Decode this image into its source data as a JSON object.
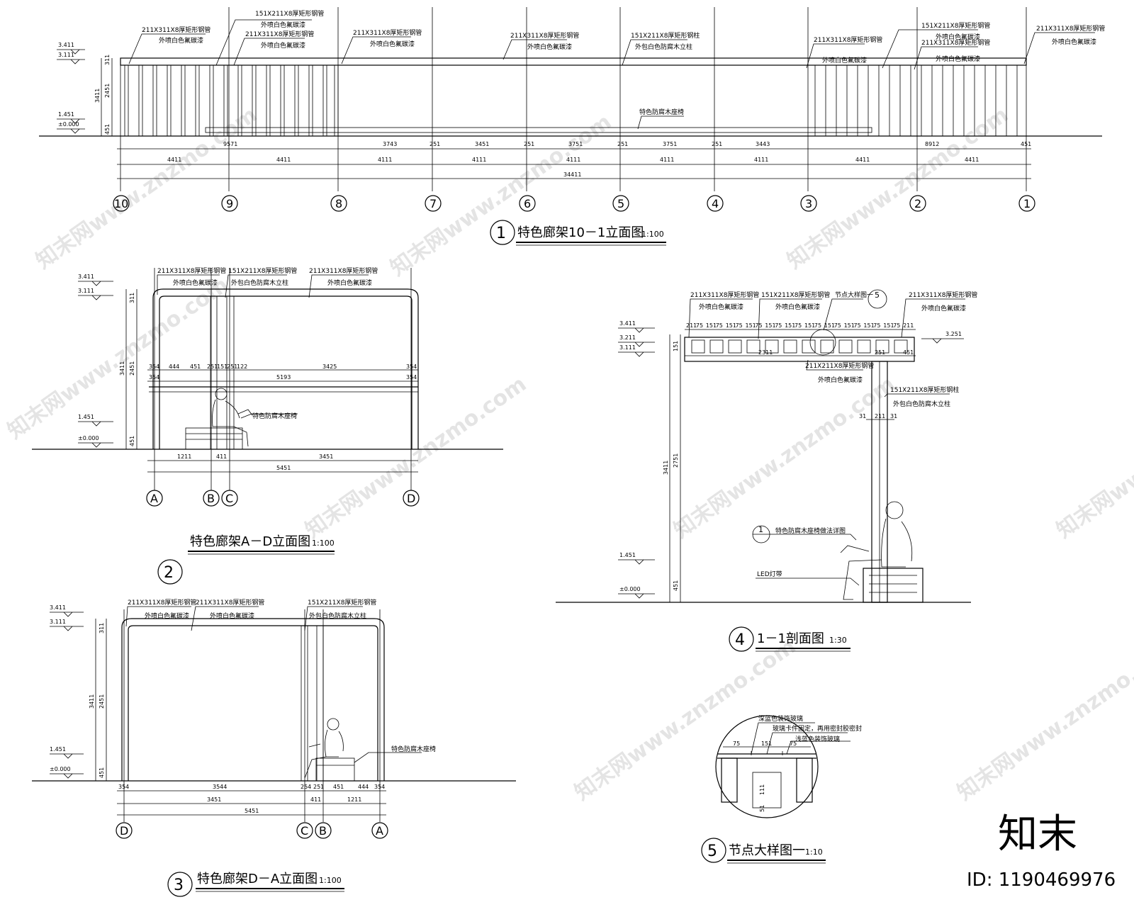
{
  "views": {
    "v1": {
      "number": "1",
      "title": "特色廊架10－1立面图",
      "scale": "1:100",
      "axes": [
        "10",
        "9",
        "8",
        "7",
        "6",
        "5",
        "4",
        "3",
        "2",
        "1"
      ],
      "levels": [
        "3.411",
        "3.111",
        "1.451",
        "±0.000"
      ],
      "notes": {
        "n1": "211X311X8厚矩形钢管",
        "n1b": "外喷白色氟碳漆",
        "n2": "151X211X8厚矩形钢管",
        "n2b": "外喷白色氟碳漆",
        "n3": "211X311X8厚矩形钢管",
        "n3b": "外喷白色氟碳漆",
        "n4": "211X311X8厚矩形钢管",
        "n4b": "外喷白色氟碳漆",
        "n5": "211X311X8厚矩形钢管",
        "n5b": "外喷白色氟碳漆",
        "n6": "151X211X8厚矩形钢柱",
        "n6b": "外包白色防腐木立柱",
        "n7": "特色防腐木座椅",
        "n8": "211X311X8厚矩形钢管",
        "n8b": "外喷白色氟碳漆",
        "n9": "151X211X8厚矩形钢管",
        "n9b": "外喷白色氟碳漆",
        "n10": "211X311X8厚矩形钢管",
        "n10b": "外喷白色氟碳漆",
        "n11": "211X311X8厚矩形钢管",
        "n11b": "外喷白色氟碳漆"
      },
      "dims_top": [
        "9571",
        "3743",
        "251",
        "3451",
        "251",
        "3751",
        "251",
        "3751",
        "251",
        "3443",
        "8912",
        "451"
      ],
      "dims_mid": [
        "4411",
        "4411",
        "4111",
        "4111",
        "4111",
        "4111",
        "4111",
        "4411",
        "4411"
      ],
      "dim_total": "34411",
      "dims_left": [
        "311",
        "2451",
        "3411",
        "451"
      ]
    },
    "v2": {
      "number": "2",
      "title": "特色廊架A－D立面图",
      "scale": "1:100",
      "axes": [
        "A",
        "B",
        "C",
        "D"
      ],
      "levels": [
        "3.411",
        "3.111",
        "1.451",
        "±0.000"
      ],
      "notes": {
        "n1": "211X311X8厚矩形钢管",
        "n1b": "外喷白色氟碳漆",
        "n2": "151X211X8厚矩形钢管",
        "n2b": "外包白色防腐木立柱",
        "n3": "211X311X8厚矩形钢管",
        "n3b": "外喷白色氟碳漆",
        "n4": "特色防腐木座椅"
      },
      "dims_row1": [
        "354",
        "444",
        "451",
        "251",
        "151",
        "251",
        "122",
        "3425",
        "354"
      ],
      "dims_row2": [
        "354",
        "5193",
        "354"
      ],
      "dims_bottom": [
        "1211",
        "411",
        "3451"
      ],
      "dim_total": "5451",
      "dims_left": [
        "311",
        "2451",
        "3411",
        "451"
      ]
    },
    "v3": {
      "number": "3",
      "title": "特色廊架D－A立面图",
      "scale": "1:100",
      "axes": [
        "D",
        "C",
        "B",
        "A"
      ],
      "levels": [
        "3.411",
        "3.111",
        "1.451",
        "±0.000"
      ],
      "notes": {
        "n1": "211X311X8厚矩形钢管",
        "n1b": "外喷白色氟碳漆",
        "n2": "211X311X8厚矩形钢管",
        "n2b": "外喷白色氟碳漆",
        "n3": "151X211X8厚矩形钢管",
        "n3b": "外包白色防腐木立柱",
        "n4": "特色防腐木座椅"
      },
      "dims_row1": [
        "354",
        "3544",
        "254",
        "251",
        "451",
        "444",
        "354"
      ],
      "dims_row2": [
        "3451",
        "411",
        "1211"
      ],
      "dim_total": "5451",
      "dims_left": [
        "311",
        "2451",
        "3411",
        "451"
      ]
    },
    "v4": {
      "number": "4",
      "title": "1－1剖面图",
      "scale": "1:30",
      "levels": [
        "3.411",
        "3.211",
        "3.111",
        "3.251",
        "1.451",
        "±0.000"
      ],
      "notes": {
        "n1": "211X311X8厚矩形钢管",
        "n1b": "外喷白色氟碳漆",
        "n2": "151X211X8厚矩形钢管",
        "n2b": "外喷白色氟碳漆",
        "n3": "节点大样图一",
        "n3ref": "5",
        "n4": "211X311X8厚矩形钢管",
        "n4b": "外喷白色氟碳漆",
        "n5": "211X211X8厚矩形钢管",
        "n5b": "外喷白色氟碳漆",
        "n6": "151X211X8厚矩形钢柱",
        "n6b": "外包白色防腐木立柱",
        "n7": "特色防腐木座椅做法详图",
        "n7ref": "1",
        "n8": "LED灯带"
      },
      "dims_top": [
        "211",
        "75",
        "151",
        "75",
        "151",
        "75",
        "151",
        "75",
        "151",
        "75",
        "151",
        "75",
        "151",
        "75",
        "151",
        "75",
        "151",
        "75",
        "151",
        "75",
        "151",
        "75",
        "211"
      ],
      "dims_mid": [
        "2311",
        "251",
        "451"
      ],
      "dims_col": [
        "31",
        "211",
        "31"
      ],
      "dims_left": [
        "151",
        "2751",
        "3411",
        "451"
      ]
    },
    "v5": {
      "number": "5",
      "title": "节点大样图一",
      "scale": "1:10",
      "notes": {
        "n1": "深蓝色装饰玻璃",
        "n2": "玻璃卡件固定，再用密封胶密封",
        "n3": "浅蓝色装饰玻璃"
      },
      "dims": [
        "75",
        "151",
        "75"
      ],
      "dims_v": [
        "111",
        "51"
      ]
    }
  },
  "watermark": {
    "text": "知末网www.znzmo.com",
    "logo": "知末",
    "id": "ID: 1190469976"
  }
}
